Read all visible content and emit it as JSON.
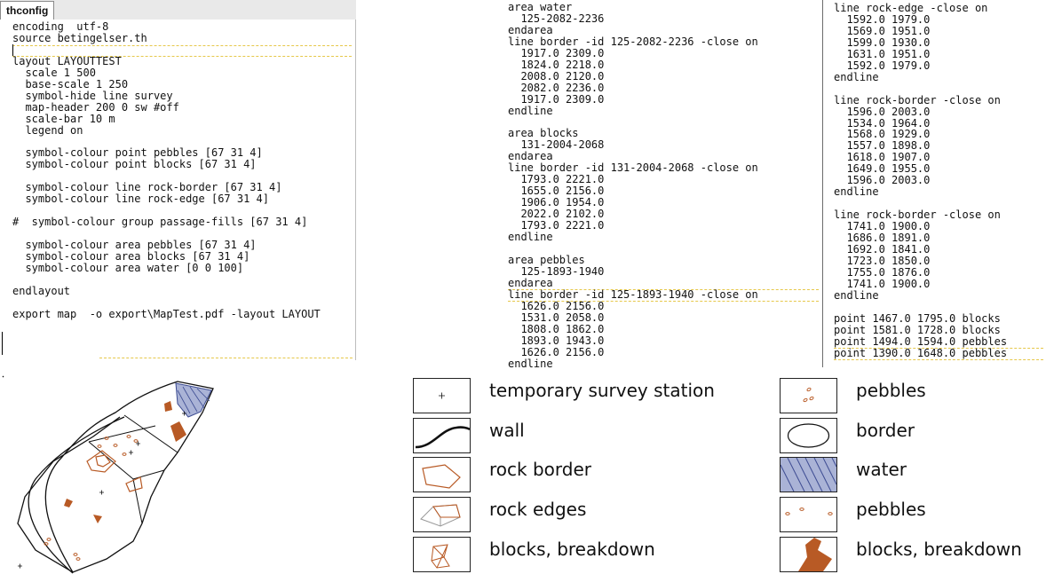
{
  "tab": {
    "label": "thconfig"
  },
  "editor": {
    "lines": [
      "encoding  utf-8",
      "source betingelser.th",
      "",
      "layout LAYOUTTEST",
      "  scale 1 500",
      "  base-scale 1 250",
      "  symbol-hide line survey",
      "  map-header 200 0 sw #off",
      "  scale-bar 10 m",
      "  legend on",
      "",
      "  symbol-colour point pebbles [67 31 4]",
      "  symbol-colour point blocks [67 31 4]",
      "",
      "  symbol-colour line rock-border [67 31 4]",
      "  symbol-colour line rock-edge [67 31 4]",
      "",
      "#  symbol-colour group passage-fills [67 31 4]",
      "",
      "  symbol-colour area pebbles [67 31 4]",
      "  symbol-colour area blocks [67 31 4]",
      "  symbol-colour area water [0 0 100]",
      "",
      "endlayout",
      "",
      "export map  -o export\\MapTest.pdf -layout LAYOUT"
    ]
  },
  "column2": {
    "lines": [
      "area water",
      "  125-2082-2236",
      "endarea",
      "line border -id 125-2082-2236 -close on",
      "  1917.0 2309.0",
      "  1824.0 2218.0",
      "  2008.0 2120.0",
      "  2082.0 2236.0",
      "  1917.0 2309.0",
      "endline",
      "",
      "area blocks",
      "  131-2004-2068",
      "endarea",
      "line border -id 131-2004-2068 -close on",
      "  1793.0 2221.0",
      "  1655.0 2156.0",
      "  1906.0 1954.0",
      "  2022.0 2102.0",
      "  1793.0 2221.0",
      "endline",
      "",
      "area pebbles",
      "  125-1893-1940",
      "endarea",
      "line border -id 125-1893-1940 -close on",
      "  1626.0 2156.0",
      "  1531.0 2058.0",
      "  1808.0 1862.0",
      "  1893.0 1943.0",
      "  1626.0 2156.0",
      "endline"
    ]
  },
  "column3": {
    "lines": [
      "line rock-edge -close on",
      "  1592.0 1979.0",
      "  1569.0 1951.0",
      "  1599.0 1930.0",
      "  1631.0 1951.0",
      "  1592.0 1979.0",
      "endline",
      "",
      "line rock-border -close on",
      "  1596.0 2003.0",
      "  1534.0 1964.0",
      "  1568.0 1929.0",
      "  1557.0 1898.0",
      "  1618.0 1907.0",
      "  1649.0 1955.0",
      "  1596.0 2003.0",
      "endline",
      "",
      "line rock-border -close on",
      "  1741.0 1900.0",
      "  1686.0 1891.0",
      "  1692.0 1841.0",
      "  1723.0 1850.0",
      "  1755.0 1876.0",
      "  1741.0 1900.0",
      "endline",
      "",
      "point 1467.0 1795.0 blocks",
      "point 1581.0 1728.0 blocks",
      "point 1494.0 1594.0 pebbles",
      "point 1390.0 1648.0 pebbles"
    ]
  },
  "legend": {
    "left": [
      {
        "label": "temporary survey station",
        "icon": "survey-station-icon"
      },
      {
        "label": "wall",
        "icon": "wall-line-icon"
      },
      {
        "label": "rock border",
        "icon": "rock-border-icon"
      },
      {
        "label": "rock edges",
        "icon": "rock-edge-icon"
      },
      {
        "label": "blocks, breakdown",
        "icon": "blocks-point-icon"
      }
    ],
    "right": [
      {
        "label": "pebbles",
        "icon": "pebbles-point-icon"
      },
      {
        "label": "border",
        "icon": "border-line-icon"
      },
      {
        "label": "water",
        "icon": "water-area-icon"
      },
      {
        "label": "pebbles",
        "icon": "pebbles-area-icon"
      },
      {
        "label": "blocks, breakdown",
        "icon": "blocks-area-icon"
      }
    ]
  },
  "colors": {
    "symbol": "#b85a25",
    "water_fill": "#aab3d6",
    "water_hatch": "#3d4c92",
    "highlight": "#e6c84a"
  }
}
